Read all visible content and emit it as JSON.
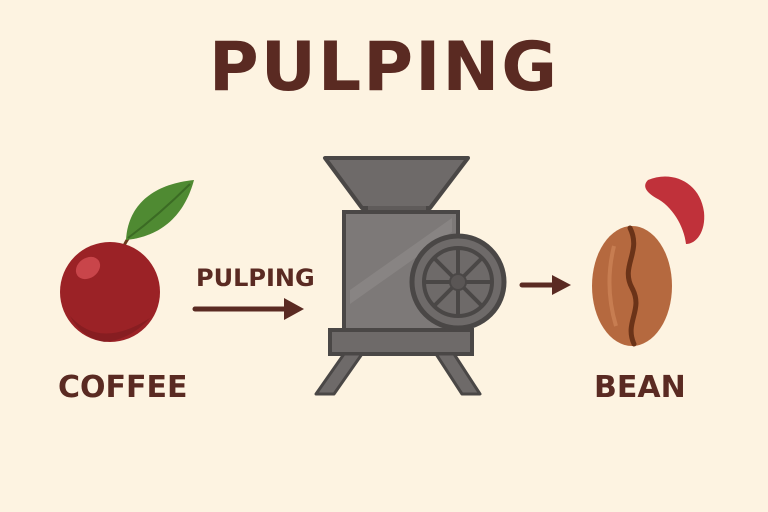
{
  "title": "PULPING",
  "stages": {
    "input_label": "COFFEE",
    "process_label": "PULPING",
    "output_label": "BEAN"
  },
  "icons": {
    "input": "coffee-cherry-icon",
    "process": "pulping-machine-icon",
    "output": "coffee-bean-icon",
    "byproduct": "pulp-skin-icon"
  },
  "colors": {
    "background": "#fdf3e1",
    "text": "#5a2a22",
    "cherry": "#9b2226",
    "leaf": "#4f8a32",
    "machine": "#6e6a69",
    "bean": "#b5693f",
    "pulp": "#c0313a"
  }
}
